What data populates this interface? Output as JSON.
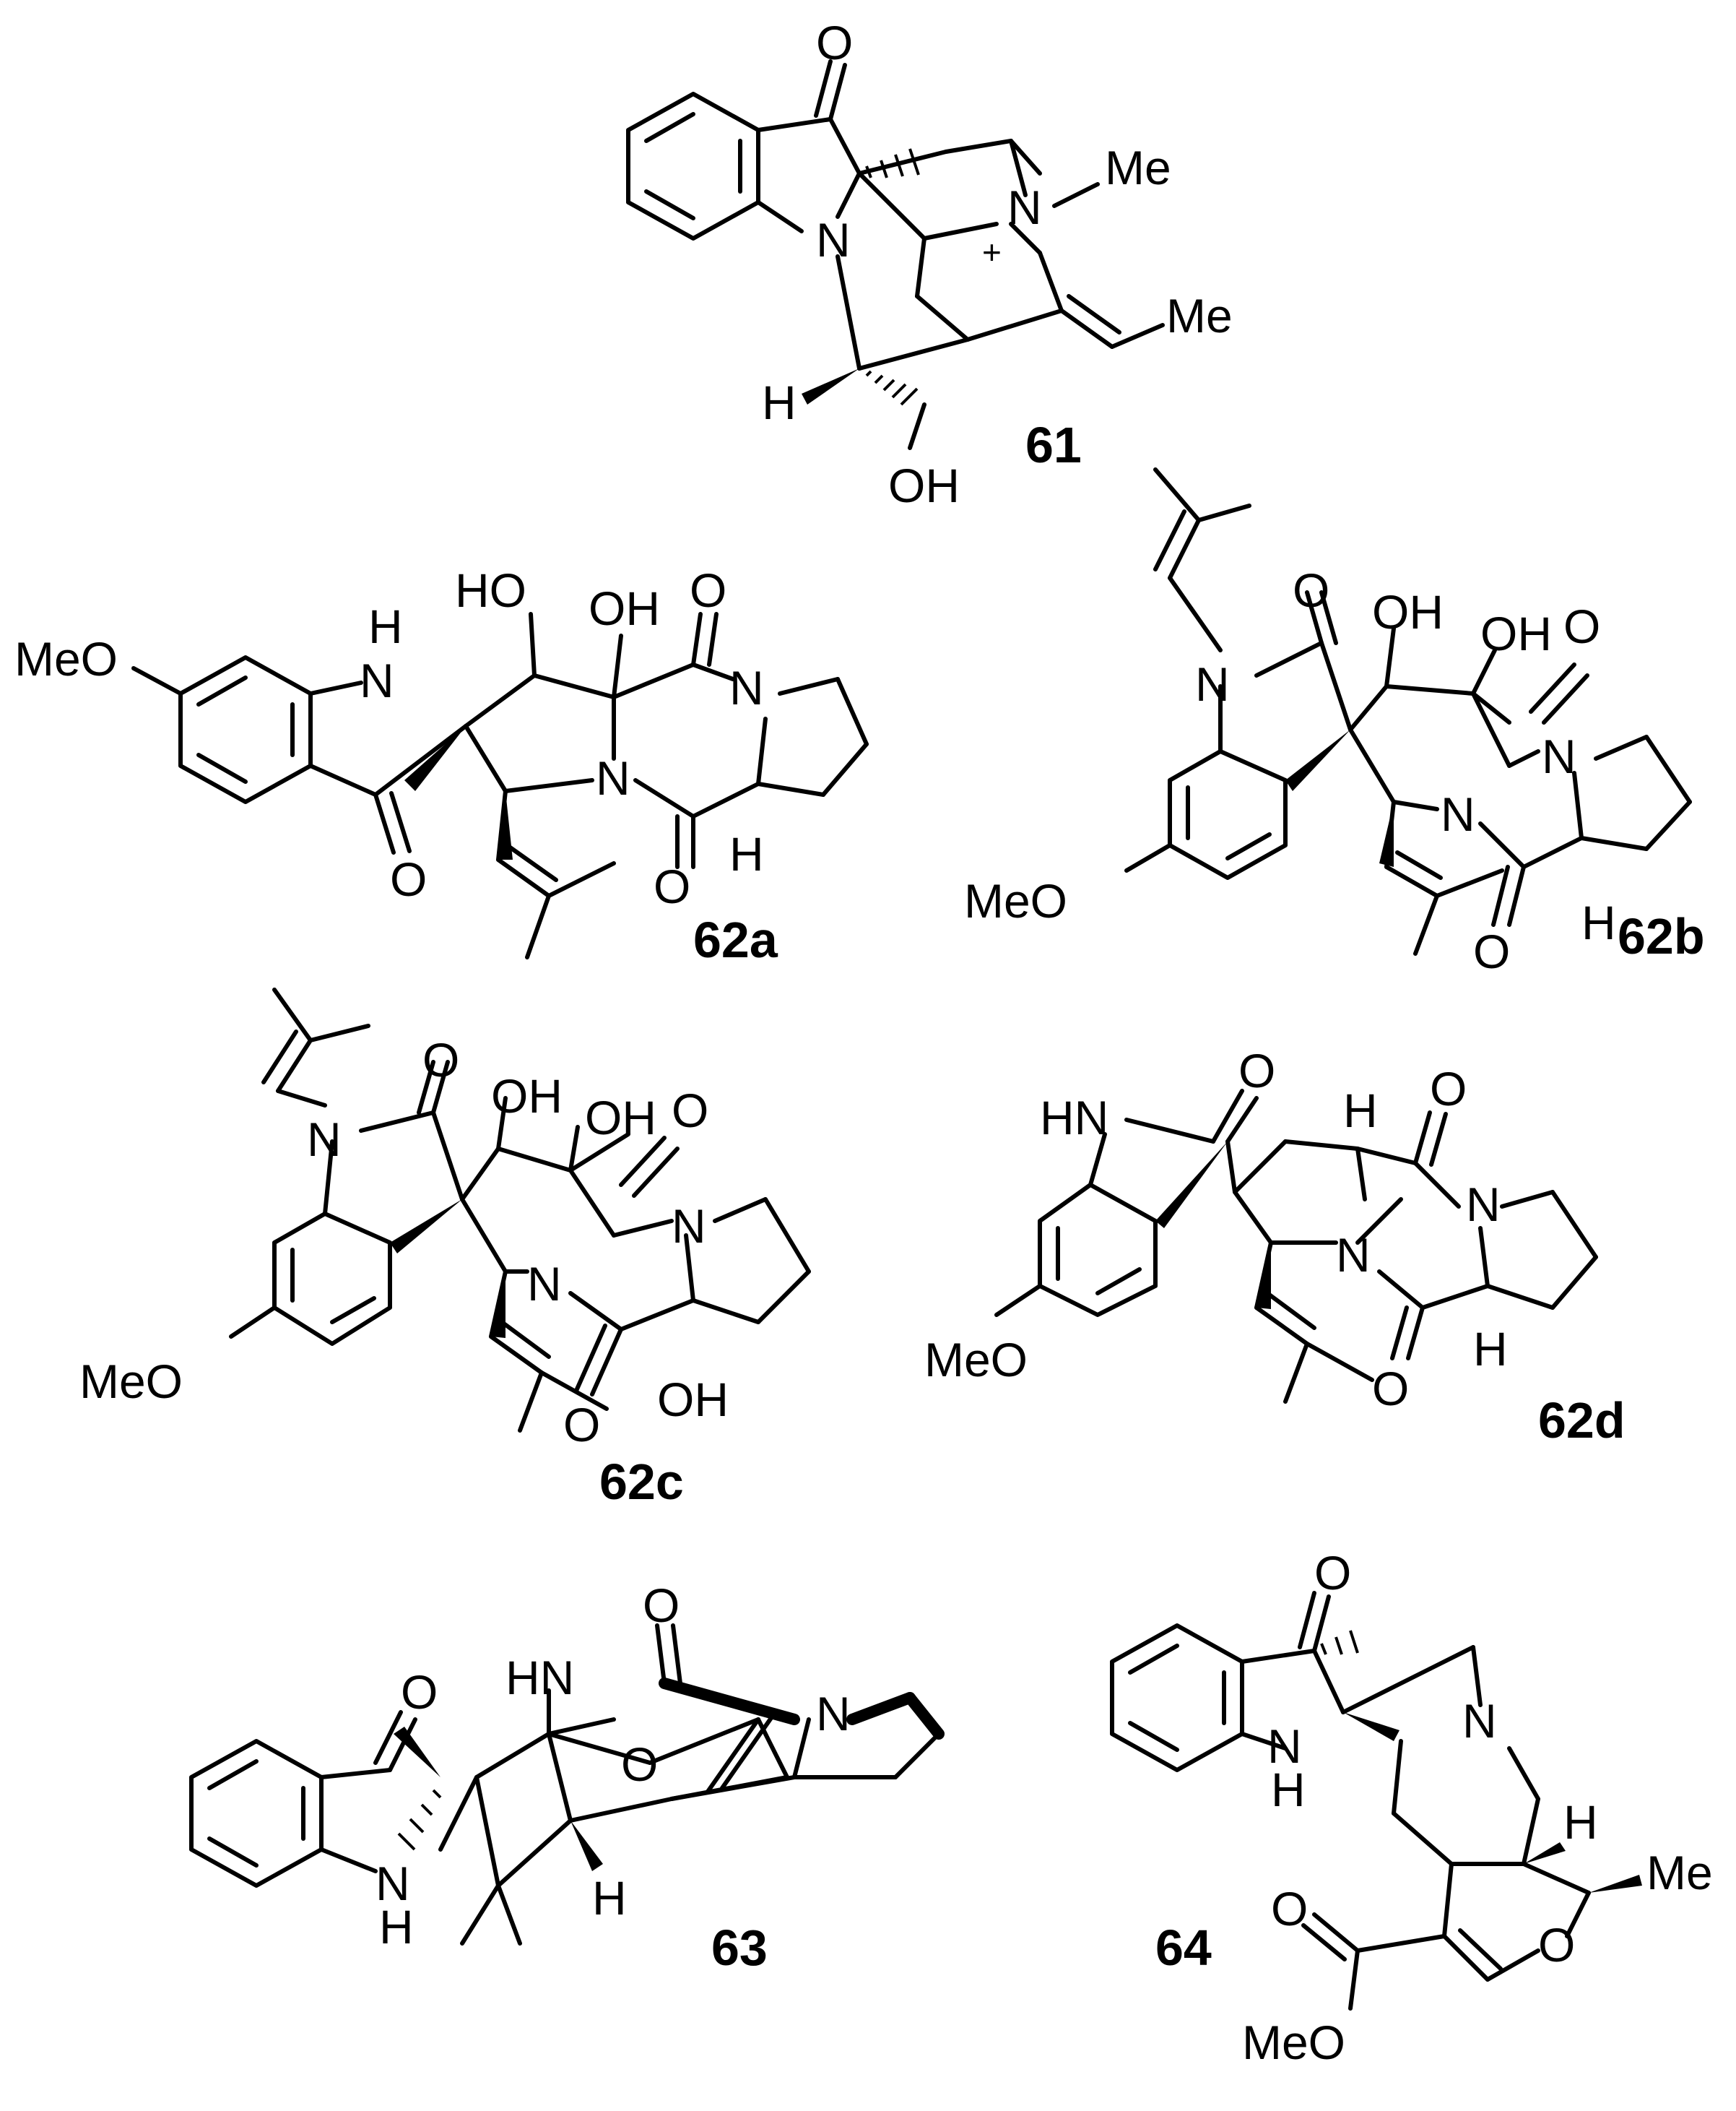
{
  "figure": {
    "compounds": [
      {
        "id": "61",
        "label": "61"
      },
      {
        "id": "62a",
        "label": "62a"
      },
      {
        "id": "62b",
        "label": "62b"
      },
      {
        "id": "62c",
        "label": "62c"
      },
      {
        "id": "62d",
        "label": "62d"
      },
      {
        "id": "63",
        "label": "63"
      },
      {
        "id": "64",
        "label": "64"
      }
    ],
    "atom_labels": {
      "O": "O",
      "N": "N",
      "H": "H",
      "NH": "HN",
      "NH_below_N": "N",
      "NH_below_H": "H",
      "Me": "Me",
      "OH": "OH",
      "HO": "HO",
      "MeO": "MeO",
      "plus": "+"
    }
  }
}
